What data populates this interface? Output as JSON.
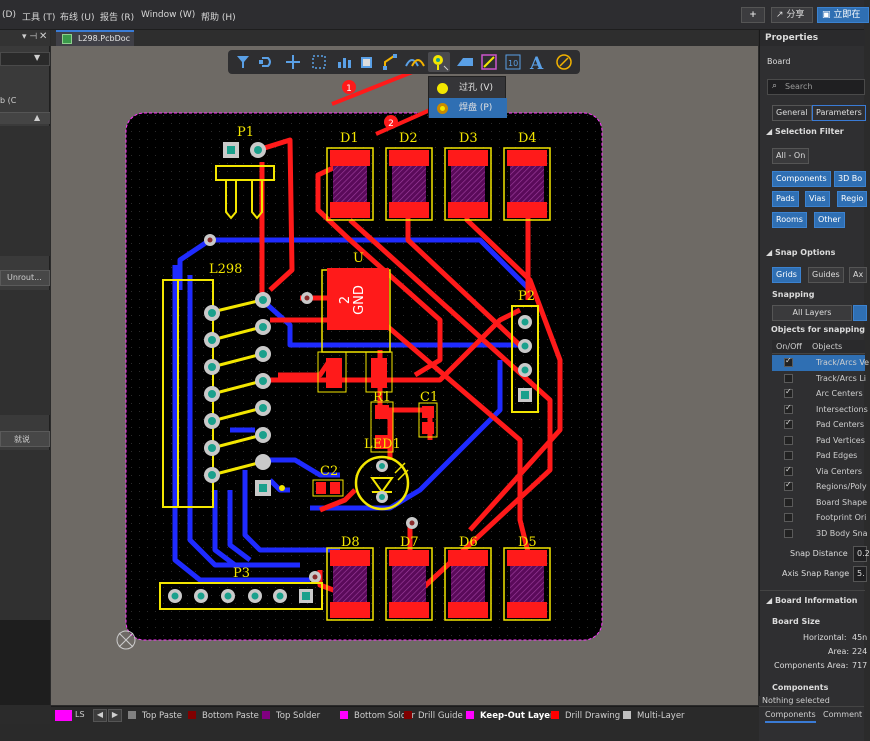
{
  "menubar": {
    "items": [
      "(D)",
      "工具 (T)",
      "布线 (U)",
      "报告 (R)",
      "Window (W)",
      "帮助 (H)"
    ],
    "share_label": "分享",
    "open_label": "立即在"
  },
  "left_panel": {
    "frag1": "b (C",
    "unrouted": "Unrout...",
    "frag2": "就说"
  },
  "document": {
    "tab_label": "L298.PcbDoc *"
  },
  "toolbar_popup": {
    "item1": "过孔 (V)",
    "item2": "焊盘 (P)",
    "badge1": "1",
    "badge2": "2"
  },
  "pcb": {
    "designators": {
      "P1": "P1",
      "L298": "L298",
      "U": "U",
      "D1": "D1",
      "D2": "D2",
      "D3": "D3",
      "D4": "D4",
      "P2": "P2",
      "R1": "R1",
      "C1": "C1",
      "LED1": "LED1",
      "C2": "C2",
      "D8": "D8",
      "D7": "D7",
      "D6": "D6",
      "D5": "D5",
      "P3": "P3"
    },
    "u_body_text": "GND",
    "u_pin_number": "2"
  },
  "properties": {
    "title": "Properties",
    "board_label": "Board",
    "search_placeholder": "Search",
    "tabs": [
      "General",
      "Parameters"
    ],
    "selection_filter": {
      "header": "Selection Filter",
      "all_on": "All - On",
      "buttons": [
        "Components",
        "3D Bo",
        "Pads",
        "Vias",
        "Regio",
        "Rooms",
        "Other"
      ]
    },
    "snap_options": {
      "header": "Snap Options",
      "buttons": [
        "Grids",
        "Guides",
        "Ax"
      ],
      "snapping_label": "Snapping",
      "all_layers": "All Layers",
      "objects_label": "Objects for snapping",
      "col_onoff": "On/Off",
      "col_objects": "Objects",
      "rows": [
        {
          "label": "Track/Arcs Ve",
          "on": true
        },
        {
          "label": "Track/Arcs Li",
          "on": false
        },
        {
          "label": "Arc Centers",
          "on": true
        },
        {
          "label": "Intersections",
          "on": true
        },
        {
          "label": "Pad Centers",
          "on": true
        },
        {
          "label": "Pad Vertices",
          "on": false
        },
        {
          "label": "Pad Edges",
          "on": false
        },
        {
          "label": "Via Centers",
          "on": true
        },
        {
          "label": "Regions/Poly",
          "on": true
        },
        {
          "label": "Board Shape",
          "on": false
        },
        {
          "label": "Footprint Ori",
          "on": false
        },
        {
          "label": "3D Body Sna",
          "on": false
        }
      ],
      "snap_distance_label": "Snap Distance",
      "snap_distance_value": "0.2",
      "axis_snap_label": "Axis Snap Range",
      "axis_snap_value": "5."
    },
    "board_info": {
      "header": "Board Information",
      "board_size": "Board Size",
      "horizontal_label": "Horizontal:",
      "horizontal_value": "45n",
      "area_label": "Area:",
      "area_value": "224",
      "comp_area_label": "Components Area:",
      "comp_area_value": "717",
      "components_label": "Components"
    },
    "nothing_selected": "Nothing selected",
    "bottom_tabs": [
      "Components",
      "Comment"
    ]
  },
  "layers": {
    "current": "LS",
    "items": [
      {
        "name": "Top Paste",
        "color": "#808080"
      },
      {
        "name": "Bottom Paste",
        "color": "#800000"
      },
      {
        "name": "Top Solder",
        "color": "#800080"
      },
      {
        "name": "Bottom Solder",
        "color": "#ff00ff"
      },
      {
        "name": "Drill Guide",
        "color": "#800000"
      },
      {
        "name": "Keep-Out Layer",
        "color": "#ff00ff"
      },
      {
        "name": "Drill Drawing",
        "color": "#ff0000"
      },
      {
        "name": "Multi-Layer",
        "color": "#c0c0c0"
      }
    ]
  }
}
